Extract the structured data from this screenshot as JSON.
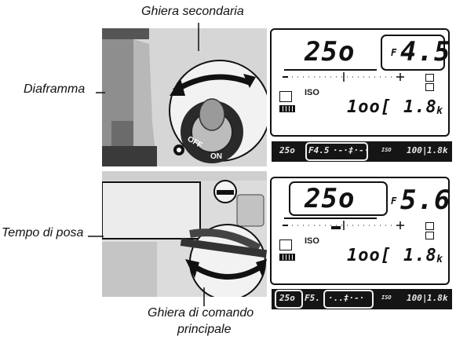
{
  "labels": {
    "top_dial": "Ghiera secondaria",
    "aperture": "Diaframma",
    "shutter": "Tempo di posa",
    "bottom_dial_line1": "Ghiera di comando",
    "bottom_dial_line2": "principale"
  },
  "panel_top": {
    "shutter": "25o",
    "f_prefix": "F",
    "aperture": "4.5",
    "iso_label": "ISO",
    "iso_value": "1oo[",
    "frames": "1.8",
    "k": "k"
  },
  "strip_top": {
    "shutter": "25o",
    "aperture": "F4.5",
    "meter": "·-·‡·-·",
    "iso_label": "ISO",
    "iso_value": "100|",
    "frames": "1.8k"
  },
  "panel_bottom": {
    "shutter": "25o",
    "f_prefix": "F",
    "aperture": "5.6",
    "iso_label": "ISO",
    "iso_value": "1oo[",
    "frames": "1.8",
    "k": "k"
  },
  "strip_bottom": {
    "shutter": "25o",
    "aperture": "F5.",
    "meter": "·..‡·-·",
    "iso_label": "ISO",
    "iso_value": "100|",
    "frames": "1.8k"
  },
  "colors": {
    "lcd_border": "#111111",
    "strip_bg": "#151515",
    "camera_body": "#d9d9d9"
  }
}
